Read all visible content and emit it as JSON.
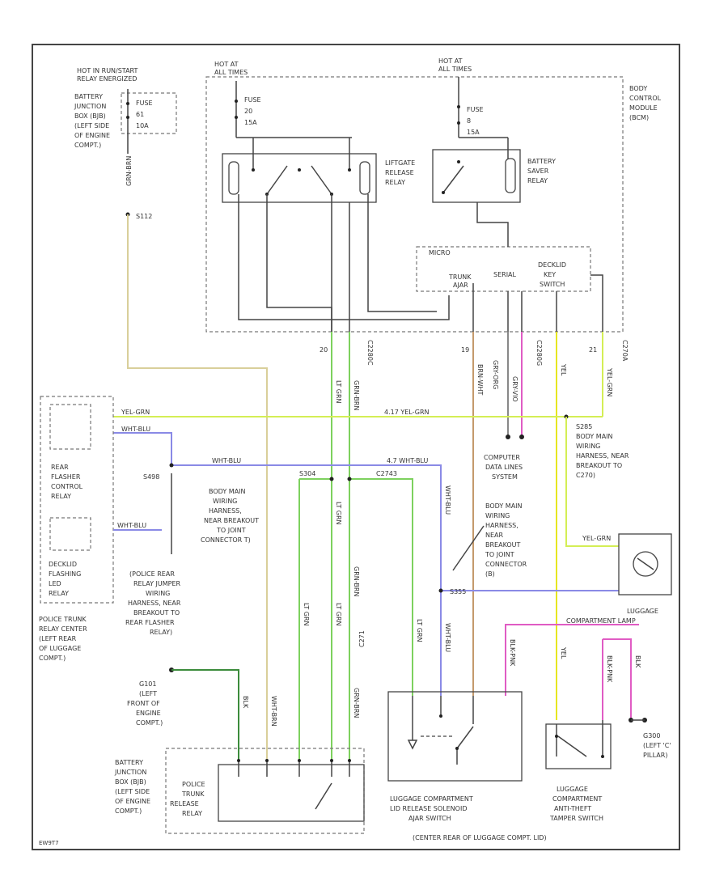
{
  "frame": {
    "stamp": "EW9T7"
  },
  "labels": {
    "hot_in_run": [
      "HOT IN RUN/START",
      "RELAY ENERGIZED"
    ],
    "bjb_top": [
      "BATTERY",
      "JUNCTION",
      "BOX (BJB)",
      "(LEFT SIDE",
      "OF ENGINE",
      "COMPT.)"
    ],
    "fuse_top": [
      "FUSE",
      "61",
      "10A"
    ],
    "wire_s112": "S112",
    "hot_at_all_left": [
      "HOT AT",
      "ALL TIMES"
    ],
    "hot_at_all_right": [
      "HOT AT",
      "ALL TIMES"
    ],
    "fuse_left": [
      "FUSE",
      "20",
      "15A"
    ],
    "fuse_right": [
      "FUSE",
      "8",
      "15A"
    ],
    "bcm": [
      "BODY",
      "CONTROL",
      "MODULE",
      "(BCM)"
    ],
    "liftgate_relay": [
      "LIFTGATE",
      "RELEASE",
      "RELAY"
    ],
    "battery_saver": [
      "BATTERY",
      "SAVER",
      "RELAY"
    ],
    "micro": "MICRO",
    "trunk_ajar": [
      "TRUNK",
      "AJAR"
    ],
    "serial": "SERIAL",
    "decklid_key": [
      "DECKLID",
      "KEY",
      "SWITCH"
    ],
    "rear_flasher": [
      "REAR",
      "FLASHER",
      "CONTROL",
      "RELAY"
    ],
    "decklid_flashing": [
      "DECKLID",
      "FLASHING",
      "LED",
      "RELAY"
    ],
    "police_trunk_relay_center": [
      "POLICE TRUNK",
      "RELAY CENTER",
      "(LEFT REAR",
      "OF LUGGAGE",
      "COMPT.)"
    ],
    "police_rear_jumper": [
      "(POLICE REAR",
      "RELAY JUMPER",
      "WIRING",
      "HARNESS, NEAR",
      "BREAKOUT TO",
      "REAR FLASHER",
      "RELAY)"
    ],
    "splice_s498": "S498",
    "body_main_t": [
      "BODY MAIN",
      "WIRING",
      "HARNESS,",
      "NEAR BREAKOUT",
      "TO JOINT",
      "CONNECTOR T)"
    ],
    "splice_s304": "S304",
    "splice_c2743": "C2743",
    "body_main_c270": [
      "S285",
      "BODY MAIN",
      "WIRING",
      "HARNESS, NEAR",
      "BREAKOUT TO",
      "C270)"
    ],
    "computer_data_lines": [
      "COMPUTER",
      "DATA LINES",
      "SYSTEM"
    ],
    "body_main_jc": [
      "BODY MAIN",
      "WIRING",
      "HARNESS,",
      "NEAR",
      "BREAKOUT",
      "TO JOINT",
      "CONNECTOR",
      "(B)"
    ],
    "splice_s355": "S355",
    "g101": [
      "G101",
      "(LEFT",
      "FRONT OF",
      "ENGINE",
      "COMPT.)"
    ],
    "bjb_bottom": [
      "BATTERY",
      "JUNCTION",
      "BOX (BJB)",
      "(LEFT SIDE",
      "OF ENGINE",
      "COMPT.)"
    ],
    "police_trunk_release": [
      "POLICE",
      "TRUNK",
      "RELEASE",
      "RELAY"
    ],
    "c271": "C271",
    "luggage_lamp": [
      "LUGGAGE",
      "COMPARTMENT LAMP"
    ],
    "luggage_solenoid": [
      "LUGGAGE COMPARTMENT",
      "LID RELEASE SOLENOID",
      "AJAR SWITCH"
    ],
    "g300": [
      "G300",
      "(LEFT 'C'",
      "PILLAR)"
    ],
    "antitheft": [
      "LUGGAGE",
      "COMPARTMENT",
      "ANTI-THEFT",
      "TAMPER SWITCH"
    ],
    "bottom_note": "(CENTER REAR OF LUGGAGE COMPT. LID)",
    "pin_20": "20",
    "pin_19": "19",
    "pin_21": "21",
    "pin_c2280c": "C2280C",
    "pin_c2280g": "C2280G",
    "pin_c270a": "C270A"
  },
  "wire_colors": {
    "grn_brn": "GRN-BRN",
    "yel_grn": "YEL-GRN",
    "yel_grn_long": "4.17 YEL-GRN",
    "wht_blu": "WHT-BLU",
    "wht_blu_s": "4.7 WHT-BLU",
    "brn_wht": "BRN-WHT",
    "lt_grn": "LT GRN",
    "wht_brn": "WHT-BRN",
    "gry_org": "GRY-ORG",
    "gry_vio": "GRY-VIO",
    "yel_lt": "YEL",
    "yel_grn2": "YEL-GRN",
    "blk": "BLK",
    "blk_pnk": "BLK-PNK"
  },
  "colors": {
    "frame": "#444444",
    "dashed_box": "#777777",
    "wire_yel_grn": "#d4ee55",
    "wire_tan": "#d9cf9a",
    "wire_blue": "#8a8ae6",
    "wire_green": "#7dd15e",
    "wire_brown": "#c49a6c",
    "wire_pink": "#e05cc4",
    "wire_yellow": "#e6e620",
    "wire_black": "#444444",
    "wire_dkgreen": "#3c8c3c"
  }
}
